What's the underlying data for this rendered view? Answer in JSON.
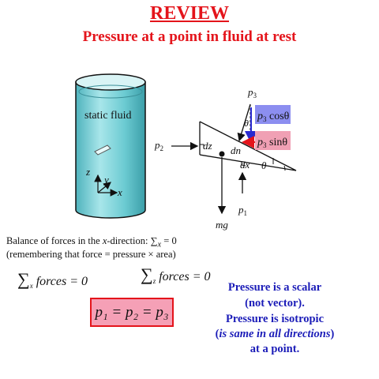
{
  "header": {
    "title": "REVIEW",
    "subtitle": "Pressure at a point in fluid at rest"
  },
  "diagram": {
    "cylinder_label": "static fluid",
    "axis_z": "z",
    "axis_y": "y",
    "axis_x": "x",
    "p1": "p",
    "p1_sub": "1",
    "p2": "p",
    "p2_sub": "2",
    "p3": "p",
    "p3_sub": "3",
    "dz": "dz",
    "dn": "dn",
    "dx": "dx",
    "theta": "θ",
    "theta_top": "θ",
    "mg": "mg",
    "p3cos_p": "p",
    "p3cos_sub": "3",
    "p3cos_fn": " cosθ",
    "p3sin_p": "p",
    "p3sin_sub": "3",
    "p3sin_fn": " sinθ",
    "colors": {
      "fluid": "#7fd6dc",
      "blue_box": "#8c8ef0",
      "red_box": "#f0a0b4",
      "red_arrow": "#e4141b",
      "blue_arrow": "#2a2ad0"
    }
  },
  "notes": {
    "line1_prefix": "Balance of forces in the ",
    "line1_x": "x",
    "line1_mid": "-direction: ",
    "line1_sum": "∑",
    "line1_sub": "x",
    "line1_suffix": " = 0",
    "line2": "(remembering that force = pressure × area)"
  },
  "equations": {
    "sum_x": "∑",
    "sum_x_sub": "x",
    "sum_x_text": "forces = 0",
    "sum_z": "∑",
    "sum_z_sub": "z",
    "sum_z_text": "forces = 0",
    "boxed": "p₁ = p₂ = p₃"
  },
  "summary": {
    "line1": "Pressure is a scalar",
    "line2": "(not vector).",
    "line3": "Pressure is isotropic",
    "line4_open": "(",
    "line4_italic": "is same in all directions",
    "line4_close": ")",
    "line5": "at a point."
  }
}
